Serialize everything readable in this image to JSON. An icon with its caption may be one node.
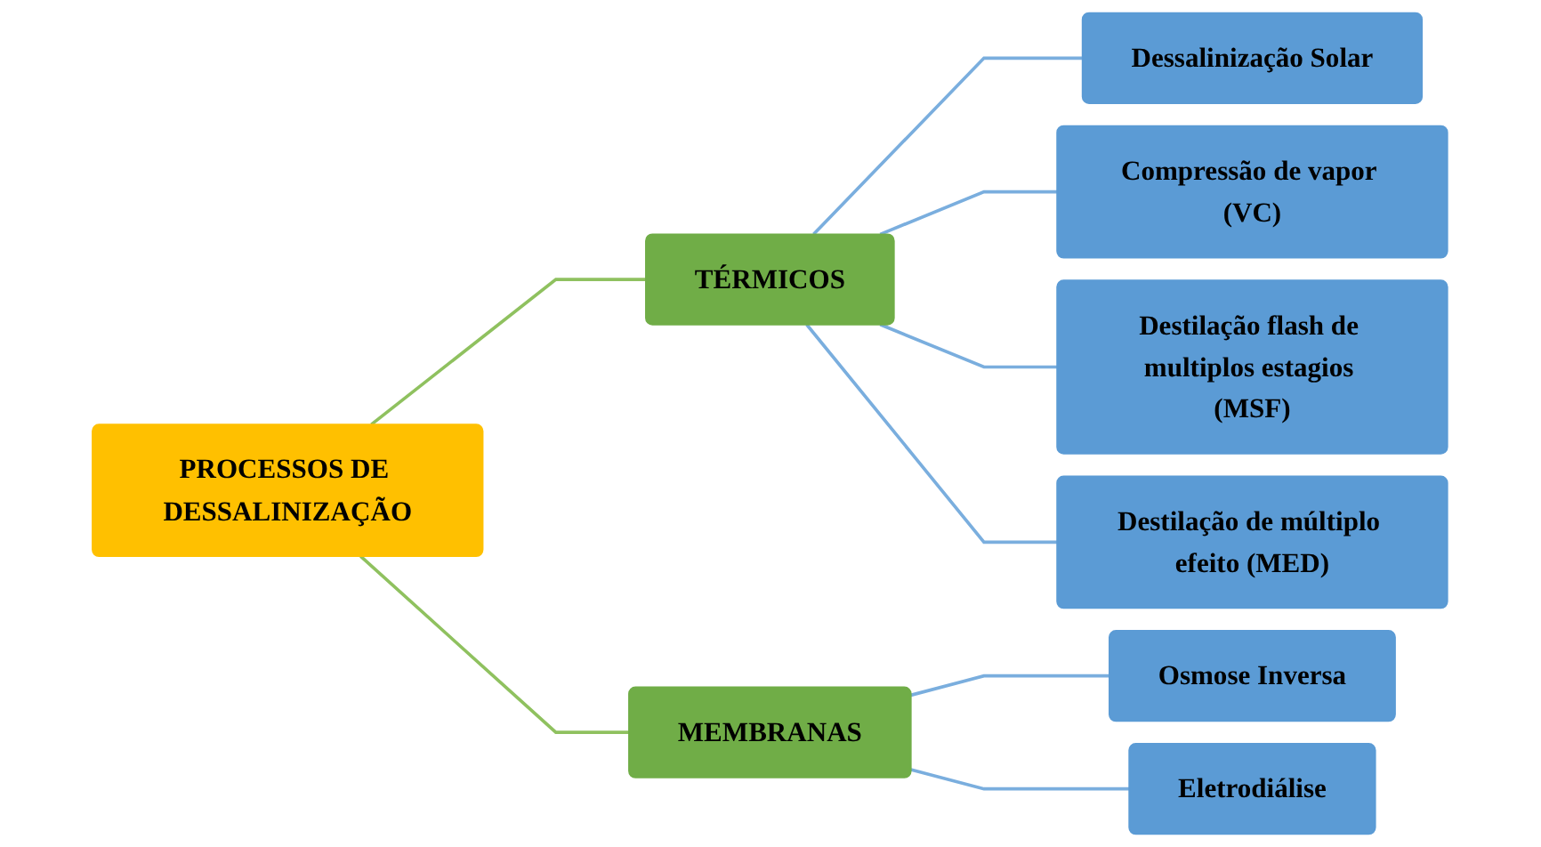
{
  "diagram": {
    "nodes": [
      {
        "text": [
          "PROCESSOS DE DESSALINIZAÇÃO"
        ]
      },
      {
        "text": [
          "TÉRMICOS"
        ]
      },
      {
        "text": [
          "MEMBRANAS"
        ]
      },
      {
        "text": [
          "Dessalinização Solar"
        ]
      },
      {
        "text": [
          "Compressão de vapor (VC)"
        ]
      },
      {
        "text": [
          "Destilação flash de multiplos estagios (MSF)"
        ]
      },
      {
        "text": [
          "Destilação de múltiplo efeito (MED)"
        ]
      },
      {
        "text": [
          "Osmose Inversa"
        ]
      },
      {
        "text": [
          "Eletrodiálise"
        ]
      }
    ],
    "edges": [
      {
        "from": 0,
        "to": 1,
        "arrow": "none",
        "color": "#8fc15f"
      },
      {
        "from": 0,
        "to": 2,
        "arrow": "none",
        "color": "#8fc15f"
      },
      {
        "from": 1,
        "to": 3,
        "arrow": "none"
      },
      {
        "from": 1,
        "to": 4,
        "arrow": "none"
      },
      {
        "from": 1,
        "to": 5,
        "arrow": "none"
      },
      {
        "from": 1,
        "to": 6,
        "arrow": "none"
      },
      {
        "from": 2,
        "to": 7,
        "arrow": "none"
      },
      {
        "from": 2,
        "to": 8,
        "arrow": "none"
      }
    ]
  }
}
